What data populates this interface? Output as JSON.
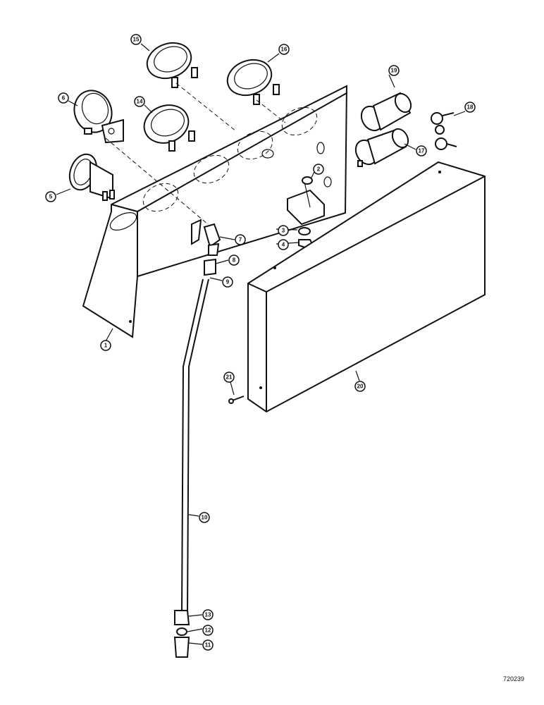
{
  "callouts": [
    "1",
    "2",
    "3",
    "4",
    "5",
    "6",
    "7",
    "8",
    "9",
    "10",
    "11",
    "12",
    "13",
    "14",
    "15",
    "16",
    "17",
    "18",
    "19",
    "20",
    "21"
  ],
  "reference_number": "720239"
}
